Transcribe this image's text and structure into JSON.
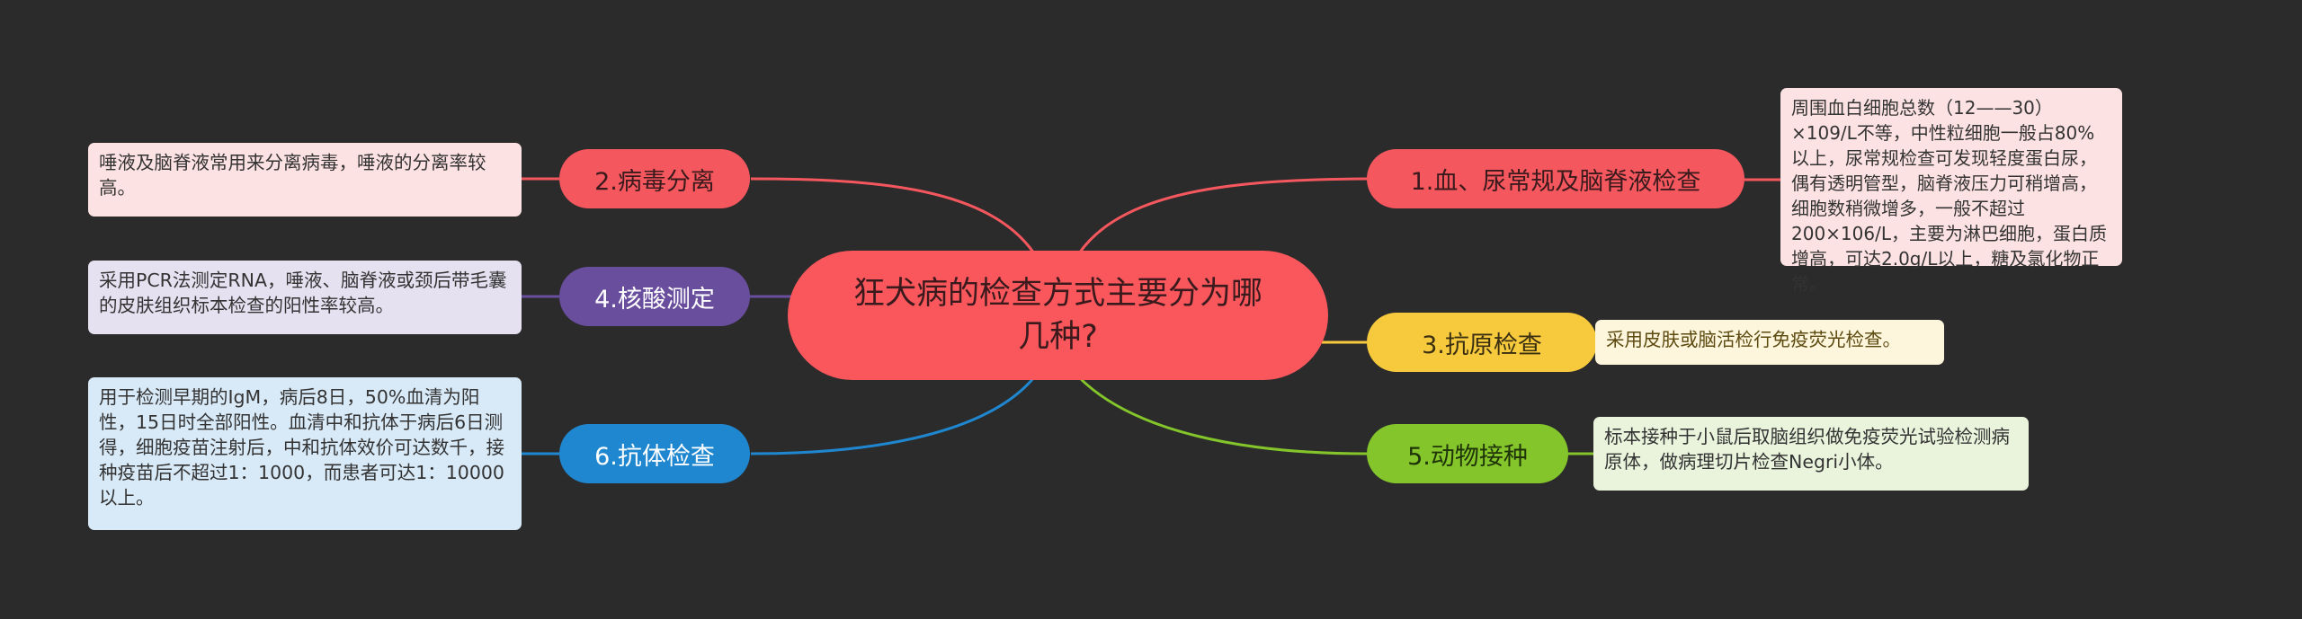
{
  "root": {
    "title": "狂犬病的检查方式主要分为哪几种?"
  },
  "branches": [
    {
      "label": "1.血、尿常规及脑脊液检查",
      "color": "#f4575d",
      "detail": "周围血白细胞总数（12——30）×109/L不等，中性粒细胞一般占80%以上，尿常规检查可发现轻度蛋白尿，偶有透明管型，脑脊液压力可稍增高，细胞数稍微增多，一般不超过200×106/L，主要为淋巴细胞，蛋白质增高，可达2.0g/L以上，糖及氯化物正常。"
    },
    {
      "label": "2.病毒分离",
      "color": "#f4575d",
      "detail": "唾液及脑脊液常用来分离病毒，唾液的分离率较高。"
    },
    {
      "label": "3.抗原检查",
      "color": "#f7c93d",
      "detail": "采用皮肤或脑活检行免疫荧光检查。"
    },
    {
      "label": "4.核酸测定",
      "color": "#6a4e9e",
      "detail": "采用PCR法测定RNA，唾液、脑脊液或颈后带毛囊的皮肤组织标本检查的阳性率较高。"
    },
    {
      "label": "5.动物接种",
      "color": "#83c52b",
      "detail": "标本接种于小鼠后取脑组织做免疫荧光试验检测病原体，做病理切片检查Negri小体。"
    },
    {
      "label": "6.抗体检查",
      "color": "#1f87d0",
      "detail": "用于检测早期的IgM，病后8日，50%血清为阳性，15日时全部阳性。血清中和抗体于病后6日测得，细胞疫苗注射后，中和抗体效价可达数千，接种疫苗后不超过1：1000，而患者可达1：10000以上。"
    }
  ]
}
